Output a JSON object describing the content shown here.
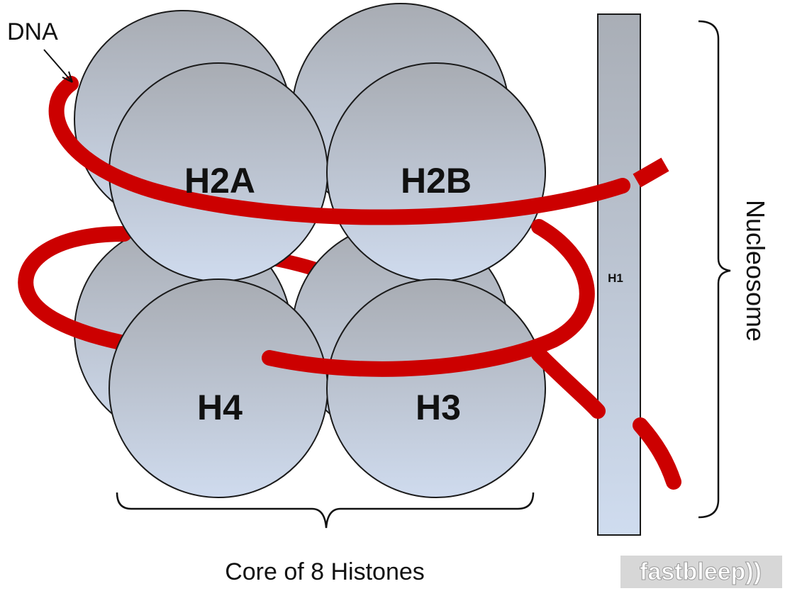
{
  "labels": {
    "dna": "DNA",
    "h2a": "H2A",
    "h2b": "H2B",
    "h4": "H4",
    "h3": "H3",
    "h1": "H1",
    "nucleosome": "Nucleosome",
    "core": "Core of 8 Histones"
  },
  "watermark": "fastbleep))",
  "colors": {
    "dna_strand": "#cc0000",
    "histone_top": "#a8acb3",
    "histone_bottom": "#cfdbee",
    "outline": "#1a1a1a"
  }
}
